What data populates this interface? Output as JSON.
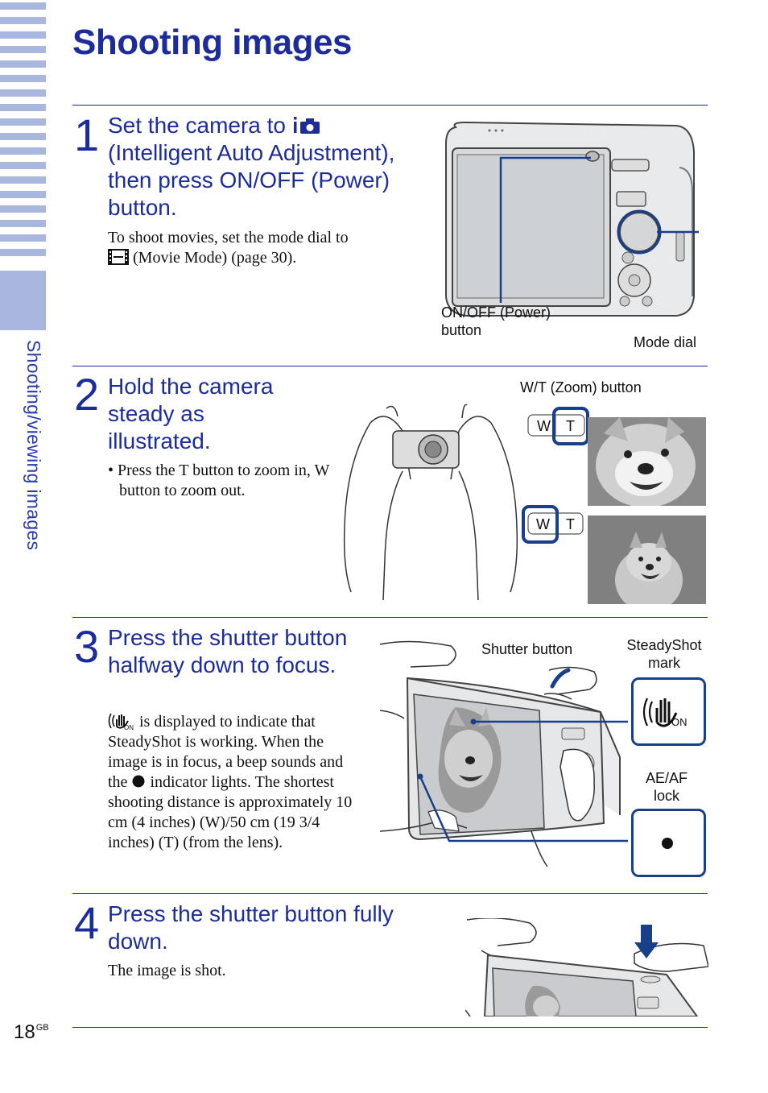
{
  "page": {
    "title": "Shooting images",
    "section_tab": "Shooting/viewing images",
    "page_number": "18",
    "page_suffix": "GB"
  },
  "steps": [
    {
      "number": "1",
      "heading_pre": "Set the camera to",
      "heading_post": "(Intelligent Auto Adjustment), then press ON/OFF (Power) button.",
      "body_line1": "To shoot movies, set the mode dial to",
      "body_line2": "(Movie Mode) (page 30).",
      "callouts": {
        "power": "ON/OFF (Power) button",
        "mode_dial": "Mode dial"
      }
    },
    {
      "number": "2",
      "heading": "Hold the camera steady as illustrated.",
      "bullet": "Press the T button to zoom in, W button to zoom out.",
      "callouts": {
        "zoom": "W/T (Zoom) button",
        "w": "W",
        "t": "T"
      }
    },
    {
      "number": "3",
      "heading": "Press the shutter button halfway down to focus.",
      "body": "is displayed to indicate that SteadyShot is working. When the image is in focus, a beep sounds and the",
      "body2": "indicator lights. The shortest shooting distance is approximately 10 cm (4 inches) (W)/50 cm (19 3/4 inches) (T) (from the lens).",
      "callouts": {
        "shutter": "Shutter button",
        "steadyshot": "SteadyShot mark",
        "aeaf": "AE/AF lock"
      }
    },
    {
      "number": "4",
      "heading": "Press the shutter button fully down.",
      "body": "The image is shot."
    }
  ],
  "icons": [
    "intelligent-auto-icon",
    "movie-mode-icon",
    "steadyshot-icon",
    "focus-indicator-icon"
  ],
  "colors": {
    "accent": "#1d2c9b",
    "tab": "#a9b6dd",
    "highlight": "#1a3f8a"
  }
}
